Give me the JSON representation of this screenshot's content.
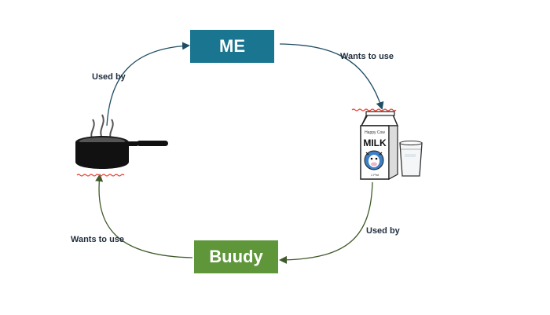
{
  "nodes": {
    "me": {
      "label": "ME",
      "color": "#1a7591"
    },
    "buudy": {
      "label": "Buudy",
      "color": "#5f963a"
    }
  },
  "edges": {
    "pot_to_me": "Used by",
    "me_to_milk": "Wants to use",
    "milk_to_buudy": "Used by",
    "buudy_to_pot": "Wants to use"
  },
  "milk_carton": {
    "brand": "Happy Cow",
    "title": "MILK",
    "size": "1 Pint"
  },
  "icons": [
    "cooking-pot-icon",
    "milk-carton-icon",
    "glass-of-milk-icon"
  ],
  "colors": {
    "arrow_me": "#1f4e63",
    "arrow_buudy": "#3f5a2a",
    "squiggle": "#e63b2e"
  }
}
